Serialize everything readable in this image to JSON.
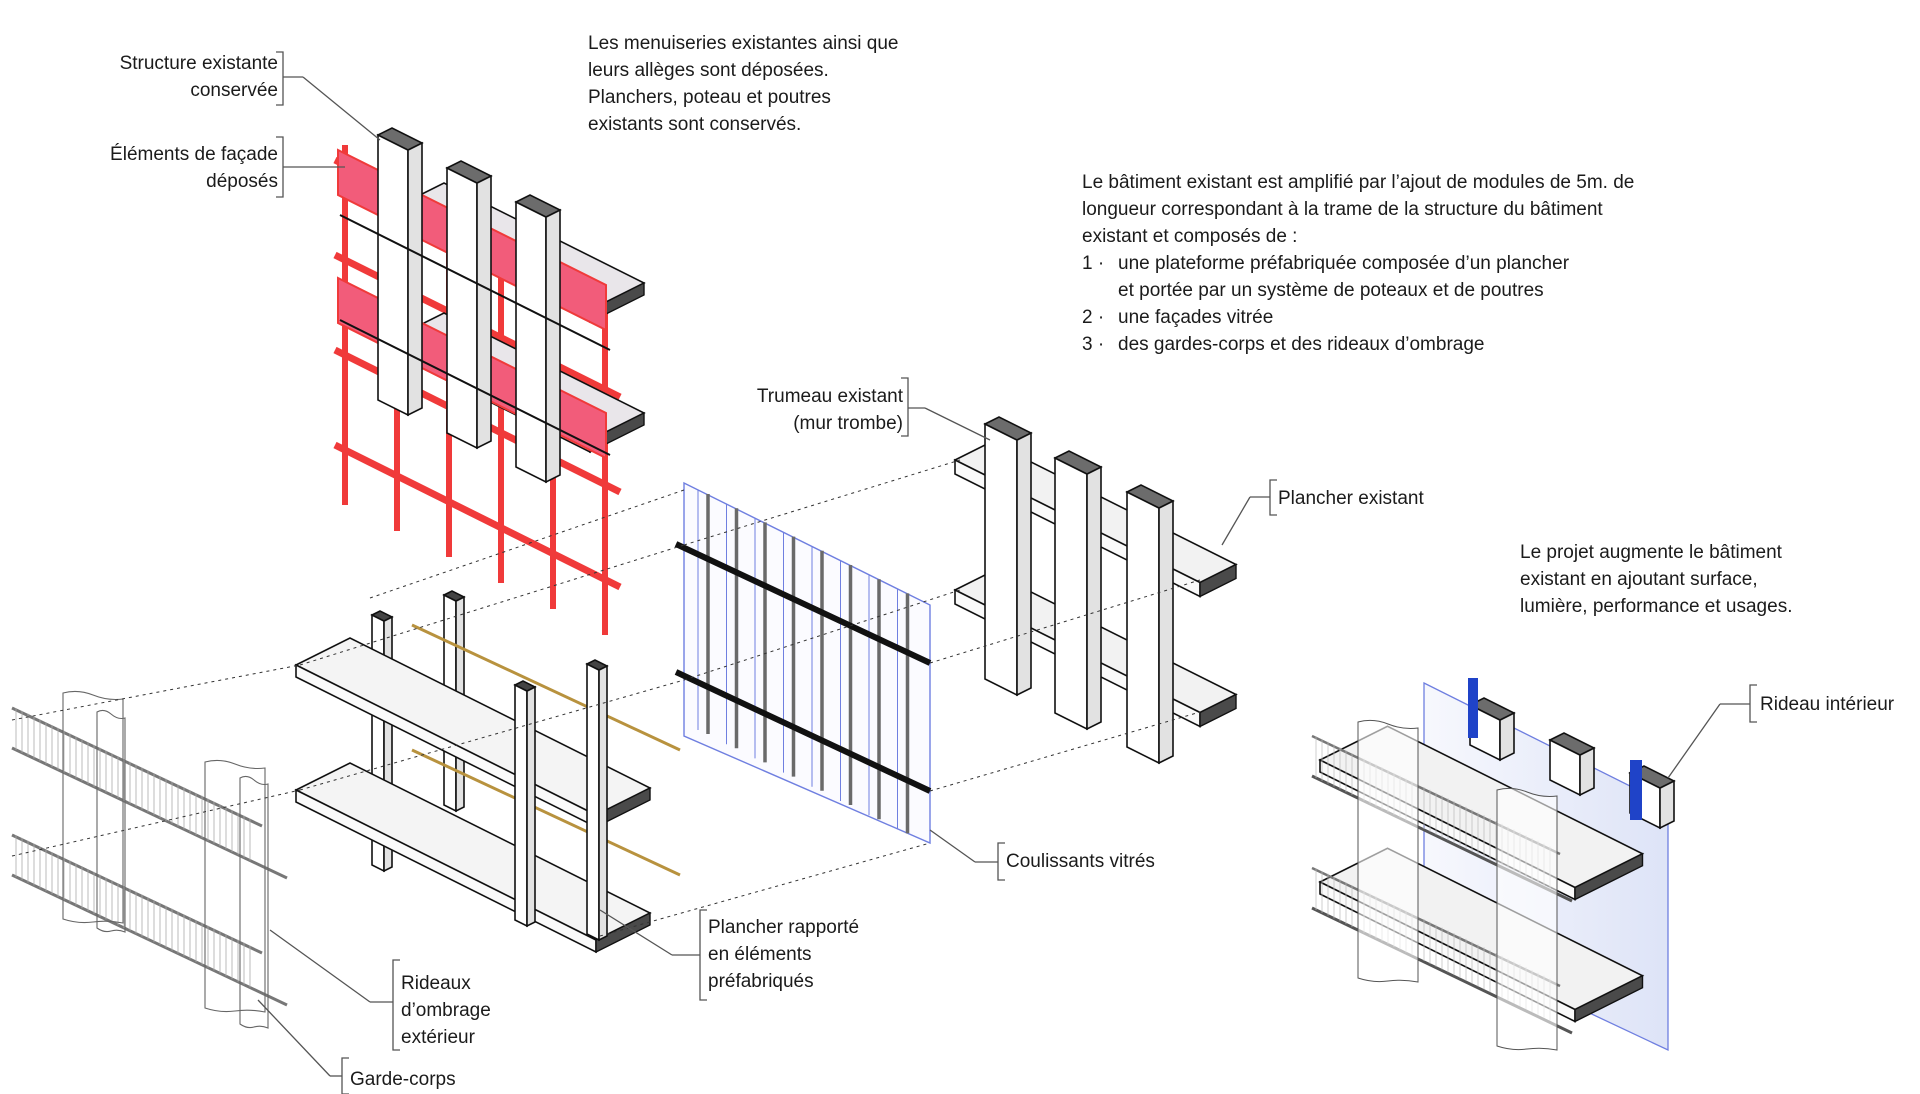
{
  "labels": {
    "structure_existante": [
      "Structure existante",
      "conservée"
    ],
    "elements_facade": [
      "Éléments de façade",
      "déposés"
    ],
    "trumeau": [
      "Trumeau existant",
      "(mur trombe)"
    ],
    "plancher_existant": [
      "Plancher existant"
    ],
    "rideau_interieur": [
      "Rideau intérieur"
    ],
    "coulissants": [
      "Coulissants vitrés"
    ],
    "plancher_rapporte": [
      "Plancher rapporté",
      "en éléments",
      "préfabriqués"
    ],
    "rideaux_ombrage": [
      "Rideaux",
      "d’ombrage",
      "extérieur"
    ],
    "garde_corps": [
      "Garde-corps"
    ]
  },
  "notes": {
    "menuiseries": [
      "Les menuiseries existantes ainsi que",
      "leurs allèges sont déposées.",
      "Planchers, poteau et poutres",
      "existants sont conservés."
    ],
    "batiment": {
      "intro": [
        "Le bâtiment existant est amplifié par l’ajout de modules de 5m. de",
        "longueur correspondant à la trame de la structure du bâtiment",
        "existant et composés de :"
      ],
      "items": [
        {
          "num": "1 ·",
          "lines": [
            "une plateforme préfabriquée composée d’un plancher",
            "et portée par un système de poteaux et de poutres"
          ]
        },
        {
          "num": "2 ·",
          "lines": [
            "une façades vitrée"
          ]
        },
        {
          "num": "3 ·",
          "lines": [
            "des gardes-corps et des rideaux d’ombrage"
          ]
        }
      ]
    },
    "projet": [
      "Le projet augmente le bâtiment",
      "existant en ajoutant surface,",
      "lumière, performance et usages."
    ]
  },
  "colors": {
    "removed_red": "#f03a3a",
    "removed_pink": "#f25c7a",
    "glass_blue": "#6f7fe0",
    "curtain_blue": "#1f43c8",
    "slab_dark": "#4a4a4a",
    "cap_grey": "#6c6c6c",
    "accent_wood": "#b8923e"
  }
}
